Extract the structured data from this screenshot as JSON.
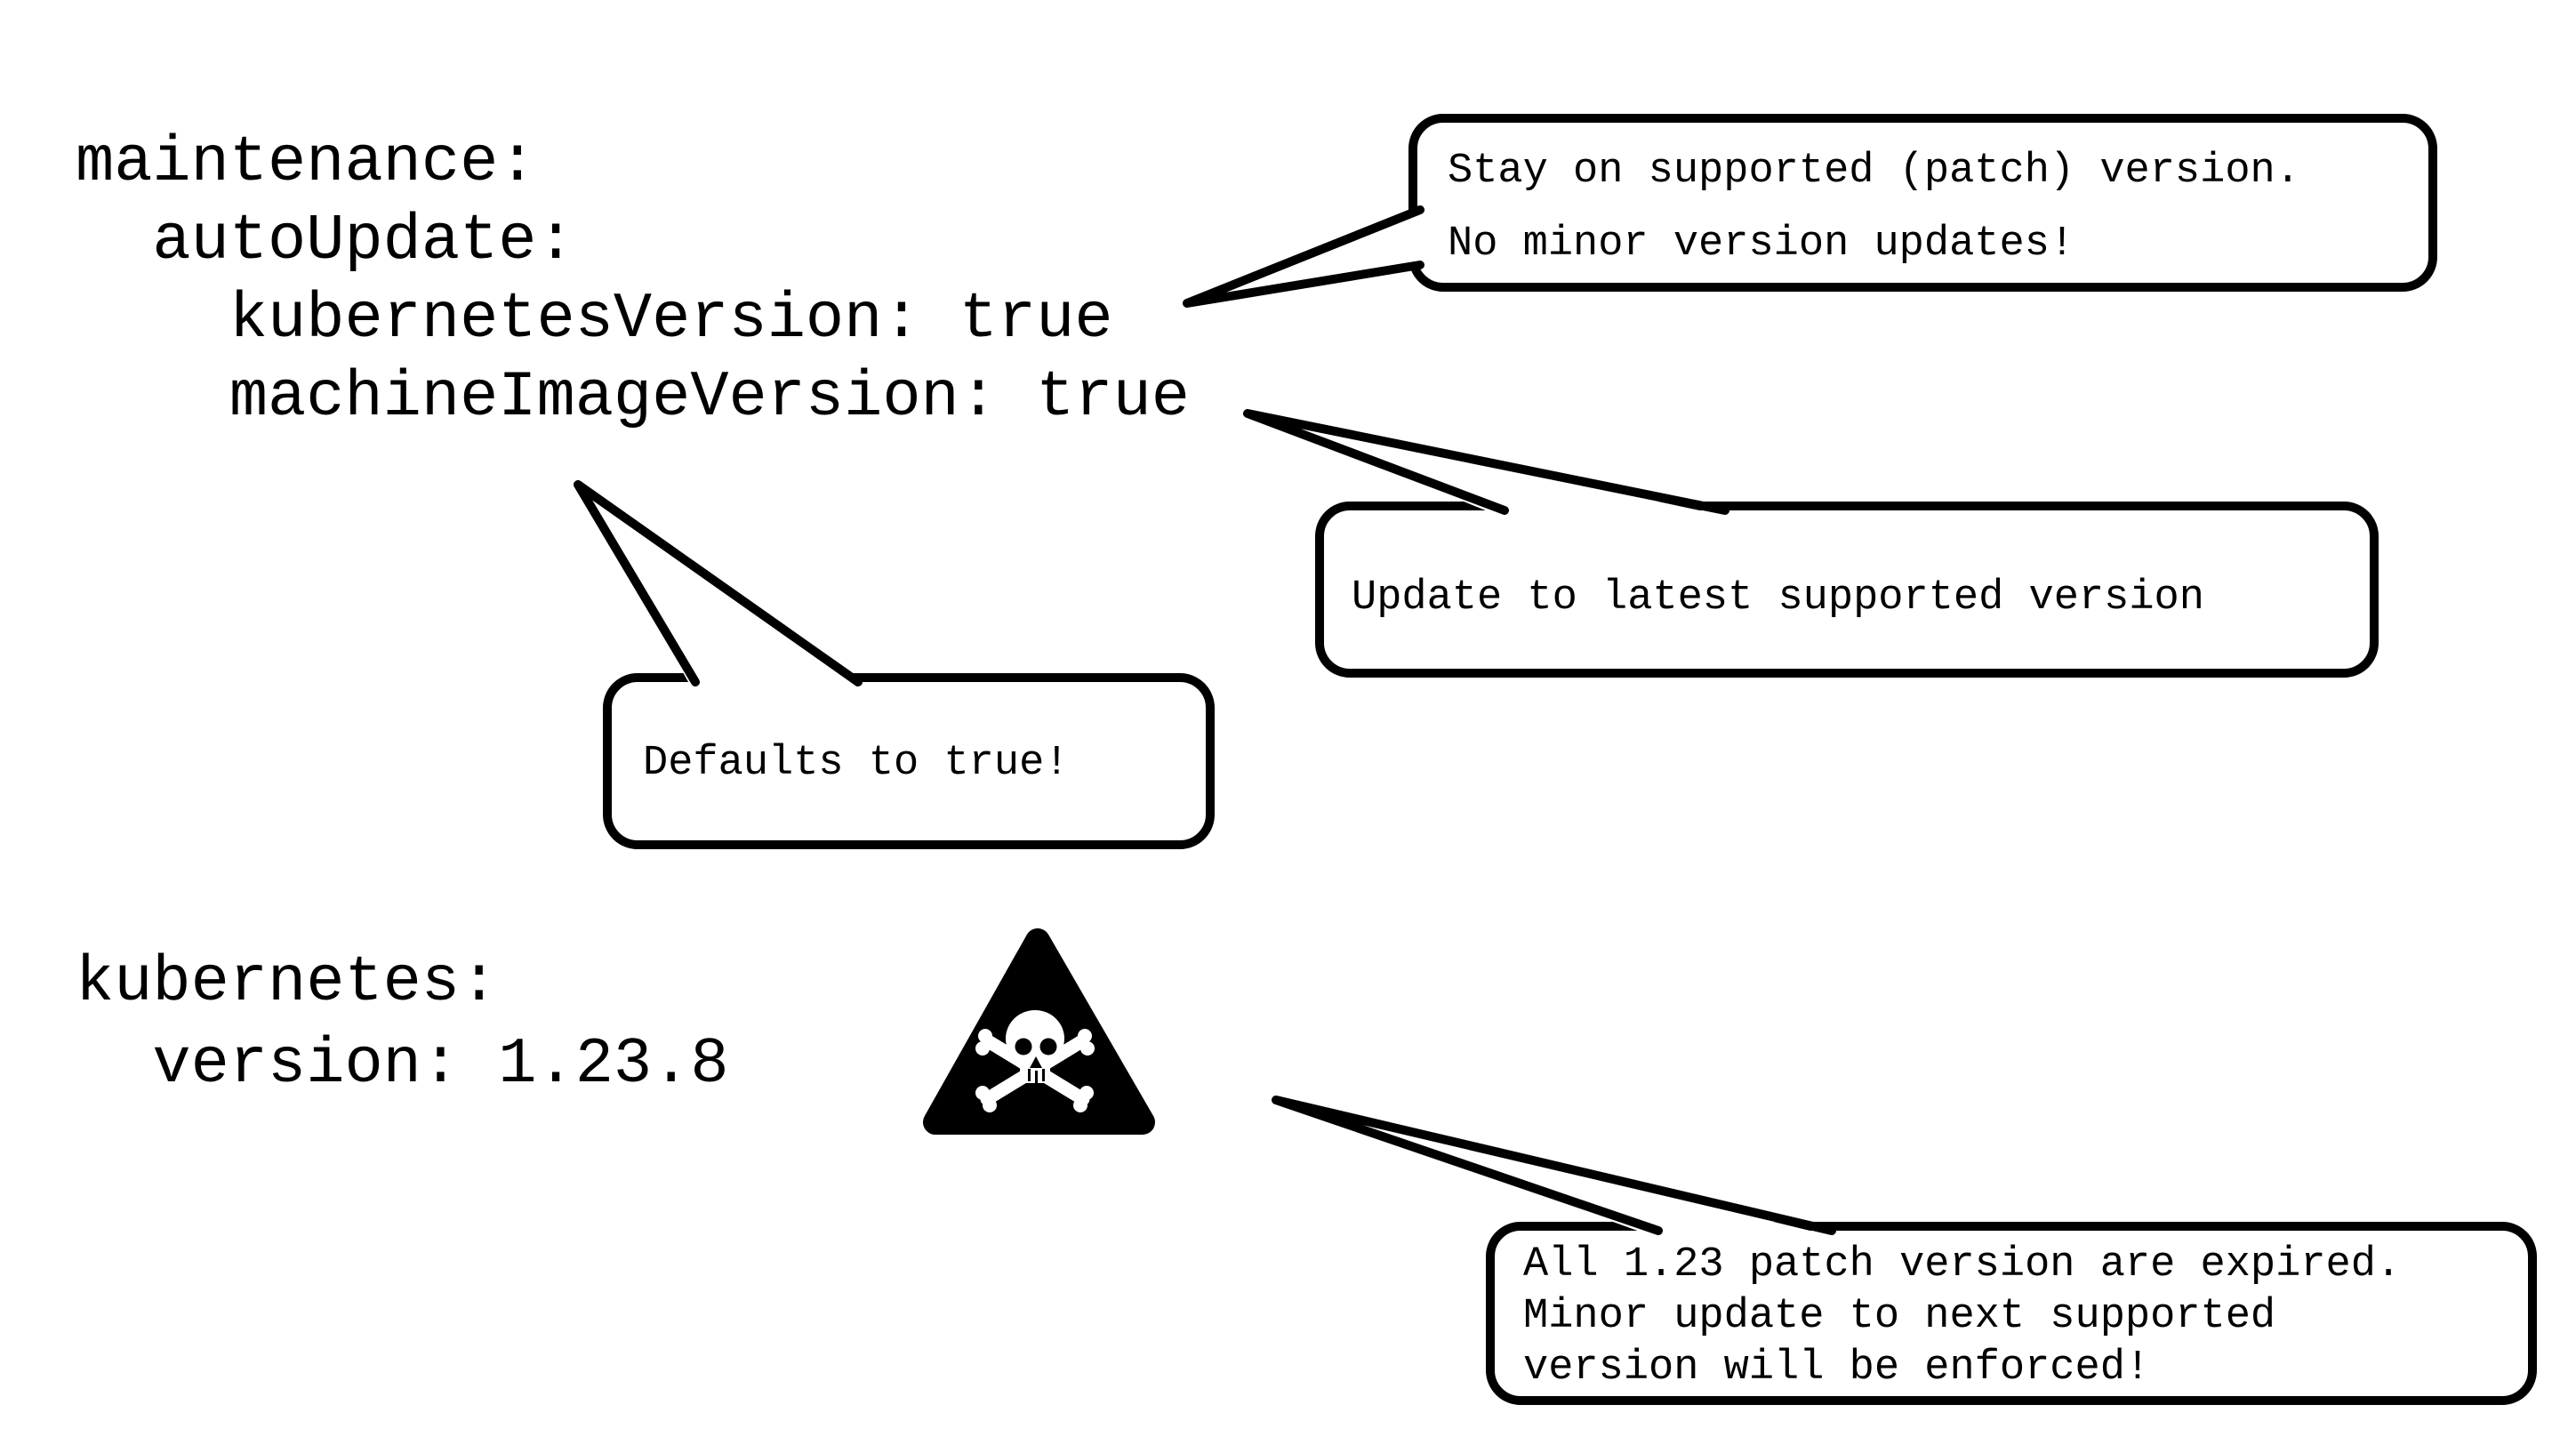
{
  "page": {
    "background_color": "#ffffff",
    "ink_color": "#000000"
  },
  "code_blocks": [
    {
      "language": "yaml",
      "lines": [
        "maintenance:",
        "  autoUpdate:",
        "    kubernetesVersion: true",
        "    machineImageVersion: true"
      ]
    },
    {
      "language": "yaml",
      "lines": [
        "kubernetes:",
        "  version: 1.23.8"
      ]
    }
  ],
  "callouts": [
    {
      "lines": [
        "Stay on supported (patch) version.",
        "No minor version updates!"
      ]
    },
    {
      "lines": [
        "Update to latest supported version"
      ]
    },
    {
      "lines": [
        "Defaults to true!"
      ]
    },
    {
      "lines": [
        "All 1.23 patch version are expired.",
        "Minor update to next supported",
        "version will be enforced!"
      ]
    }
  ],
  "icons": [
    {
      "name": "skull-crossbones-warning-icon",
      "colors": {
        "triangle": "#000000",
        "skull": "#ffffff"
      }
    }
  ]
}
